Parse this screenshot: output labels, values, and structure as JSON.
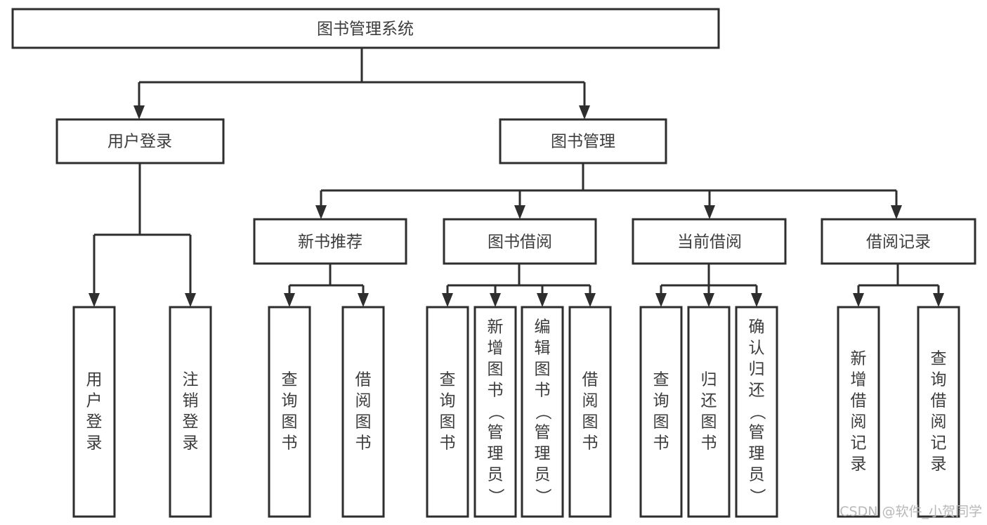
{
  "diagram": {
    "type": "tree-hierarchy-flowchart",
    "title": "图书管理系统",
    "orientation": "top-down",
    "background_color": "#ffffff",
    "line_color": "#2e2e2e",
    "text_color": "#3c3c3c",
    "levels": 4,
    "root": {
      "id": "root",
      "label": "图书管理系统",
      "text_orientation": "horizontal"
    },
    "level2": [
      {
        "id": "user-login",
        "label": "用户登录",
        "text_orientation": "horizontal"
      },
      {
        "id": "book-management",
        "label": "图书管理",
        "text_orientation": "horizontal"
      }
    ],
    "level3": [
      {
        "id": "new-book-recommend",
        "label": "新书推荐",
        "text_orientation": "horizontal",
        "parent": "book-management"
      },
      {
        "id": "book-borrow",
        "label": "图书借阅",
        "text_orientation": "horizontal",
        "parent": "book-management"
      },
      {
        "id": "current-borrow",
        "label": "当前借阅",
        "text_orientation": "horizontal",
        "parent": "book-management"
      },
      {
        "id": "borrow-record",
        "label": "借阅记录",
        "text_orientation": "horizontal",
        "parent": "book-management"
      }
    ],
    "leaves": {
      "user-login": [
        {
          "id": "leaf-user-login",
          "label": "用户登录",
          "chars": [
            "用",
            "户",
            "登",
            "录"
          ]
        },
        {
          "id": "leaf-user-logout",
          "label": "注销登录",
          "chars": [
            "注",
            "销",
            "登",
            "录"
          ]
        }
      ],
      "new-book-recommend": [
        {
          "id": "leaf-query-book-1",
          "label": "查询图书",
          "chars": [
            "查",
            "询",
            "图",
            "书"
          ]
        },
        {
          "id": "leaf-borrow-book-1",
          "label": "借阅图书",
          "chars": [
            "借",
            "阅",
            "图",
            "书"
          ]
        }
      ],
      "book-borrow": [
        {
          "id": "leaf-query-book-2",
          "label": "查询图书",
          "chars": [
            "查",
            "询",
            "图",
            "书"
          ]
        },
        {
          "id": "leaf-add-book",
          "label": "新增图书（管理员）",
          "chars": [
            "新",
            "增",
            "图",
            "书",
            "（",
            "管",
            "理",
            "员",
            "）"
          ]
        },
        {
          "id": "leaf-edit-book",
          "label": "编辑图书（管理员）",
          "chars": [
            "编",
            "辑",
            "图",
            "书",
            "（",
            "管",
            "理",
            "员",
            "）"
          ]
        },
        {
          "id": "leaf-borrow-book-2",
          "label": "借阅图书",
          "chars": [
            "借",
            "阅",
            "图",
            "书"
          ]
        }
      ],
      "current-borrow": [
        {
          "id": "leaf-query-book-3",
          "label": "查询图书",
          "chars": [
            "查",
            "询",
            "图",
            "书"
          ]
        },
        {
          "id": "leaf-return-book",
          "label": "归还图书",
          "chars": [
            "归",
            "还",
            "图",
            "书"
          ]
        },
        {
          "id": "leaf-confirm-return",
          "label": "确认归还（管理员）",
          "chars": [
            "确",
            "认",
            "归",
            "还",
            "（",
            "管",
            "理",
            "员",
            "）"
          ]
        }
      ],
      "borrow-record": [
        {
          "id": "leaf-add-record",
          "label": "新增借阅记录",
          "chars": [
            "新",
            "增",
            "借",
            "阅",
            "记",
            "录"
          ]
        },
        {
          "id": "leaf-query-record",
          "label": "查询借阅记录",
          "chars": [
            "查",
            "询",
            "借",
            "阅",
            "记",
            "录"
          ]
        }
      ]
    }
  },
  "watermark": {
    "text": "CSDN @软件_小贺同学"
  }
}
